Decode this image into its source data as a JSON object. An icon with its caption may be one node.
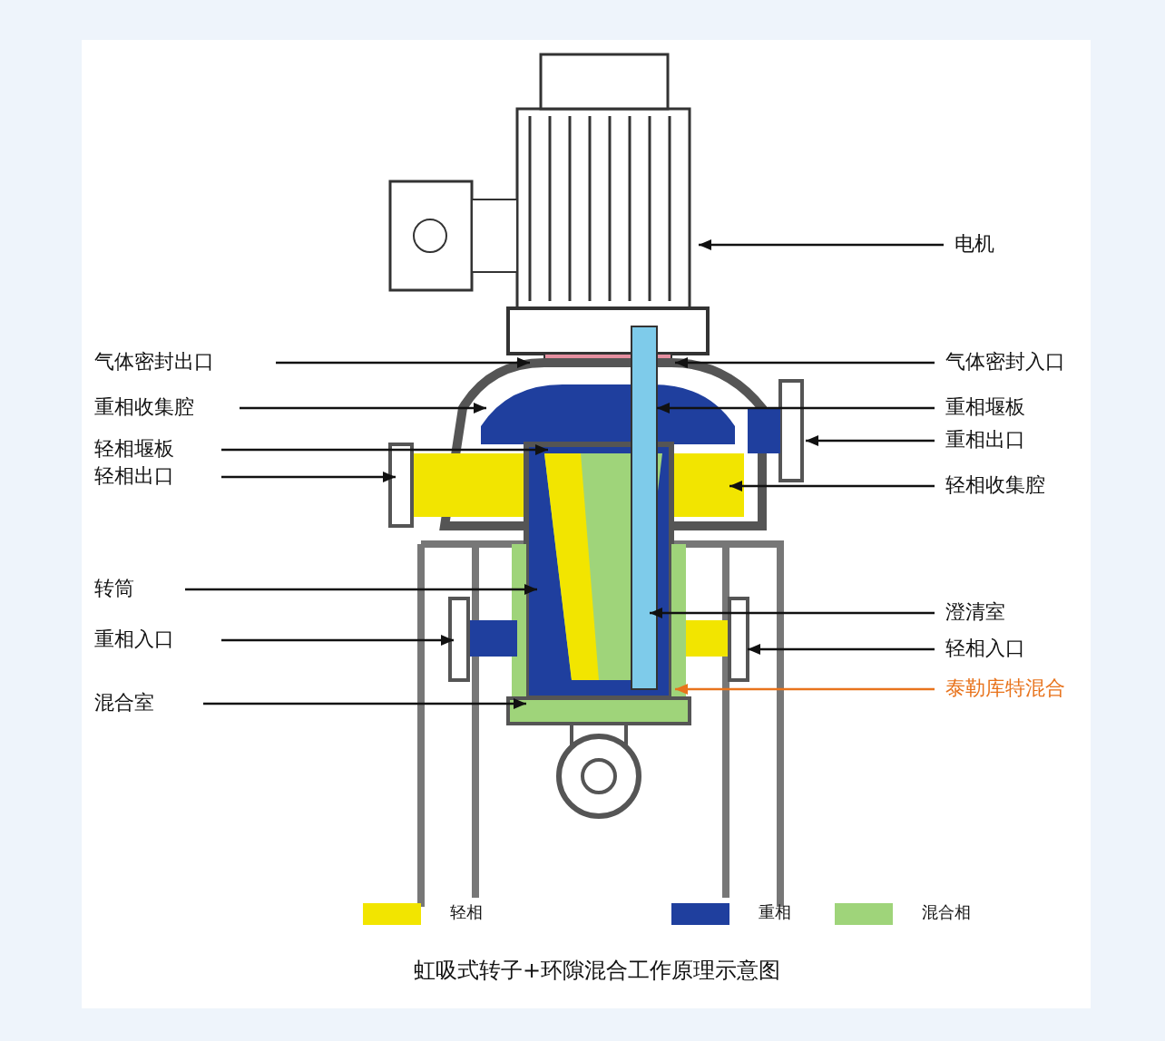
{
  "diagram": {
    "caption": "虹吸式转子+环隙混合工作原理示意图",
    "nodes": [
      {
        "text": [
          "电机"
        ]
      },
      {
        "text": [
          "气体密封出口"
        ]
      },
      {
        "text": [
          "气体密封入口"
        ]
      },
      {
        "text": [
          "重相收集腔"
        ]
      },
      {
        "text": [
          "重相堰板"
        ]
      },
      {
        "text": [
          "轻相堰板"
        ]
      },
      {
        "text": [
          "重相出口"
        ]
      },
      {
        "text": [
          "轻相出口"
        ]
      },
      {
        "text": [
          "轻相收集腔"
        ]
      },
      {
        "text": [
          "转筒"
        ]
      },
      {
        "text": [
          "澄清室"
        ]
      },
      {
        "text": [
          "重相入口"
        ]
      },
      {
        "text": [
          "轻相入口"
        ]
      },
      {
        "text": [
          "混合室"
        ]
      },
      {
        "text": [
          "泰勒库特混合"
        ]
      }
    ],
    "edges": [
      {
        "from": 0,
        "to": null,
        "arrow": "to"
      },
      {
        "from": 1,
        "to": null,
        "arrow": "to"
      },
      {
        "from": 2,
        "to": null,
        "arrow": "to"
      },
      {
        "from": 3,
        "to": null,
        "arrow": "to"
      },
      {
        "from": 4,
        "to": null,
        "arrow": "to"
      },
      {
        "from": 5,
        "to": null,
        "arrow": "to"
      },
      {
        "from": 6,
        "to": null,
        "arrow": "to"
      },
      {
        "from": 7,
        "to": null,
        "arrow": "to"
      },
      {
        "from": 8,
        "to": null,
        "arrow": "to"
      },
      {
        "from": 9,
        "to": null,
        "arrow": "to"
      },
      {
        "from": 10,
        "to": null,
        "arrow": "to"
      },
      {
        "from": 11,
        "to": null,
        "arrow": "to"
      },
      {
        "from": 12,
        "to": null,
        "arrow": "to"
      },
      {
        "from": 13,
        "to": null,
        "arrow": "to"
      },
      {
        "from": 14,
        "to": null,
        "arrow": "to",
        "color": "#e8731c"
      }
    ],
    "legend": [
      {
        "text": "轻相",
        "color": "#f2e500"
      },
      {
        "text": "重相",
        "color": "#1f3f9e"
      },
      {
        "text": "混合相",
        "color": "#9fd47a"
      }
    ]
  }
}
